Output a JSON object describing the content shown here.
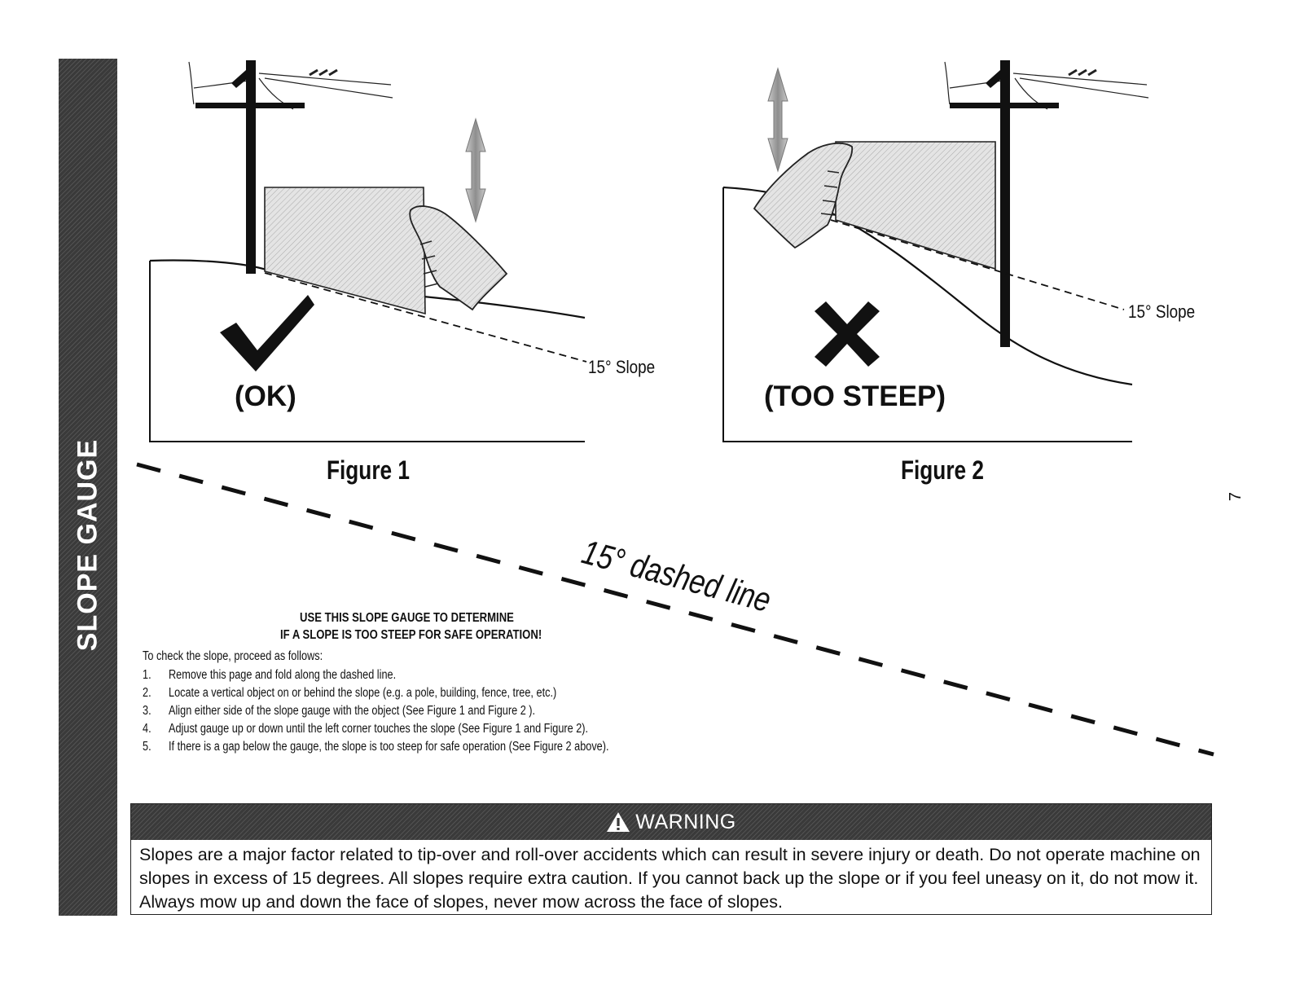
{
  "side_tab": {
    "label": "SLOPE GAUGE"
  },
  "figure1": {
    "verdict": "(OK)",
    "slope_label": "15° Slope",
    "caption": "Figure 1"
  },
  "figure2": {
    "verdict": "(TOO STEEP)",
    "slope_label": "15° Slope",
    "caption": "Figure 2"
  },
  "fold_line": {
    "label": "15° dashed line"
  },
  "instructions": {
    "heading_line1": "USE THIS SLOPE GAUGE TO DETERMINE",
    "heading_line2": "IF A SLOPE IS TOO STEEP FOR SAFE OPERATION!",
    "intro": "To check the slope, proceed as follows:",
    "steps": [
      {
        "num": "1.",
        "text": "Remove this page and fold along the dashed line."
      },
      {
        "num": "2.",
        "text": "Locate a vertical object on or behind the slope (e.g. a pole, building, fence,  tree, etc.)"
      },
      {
        "num": "3.",
        "text": "Align either side of the slope gauge with the object (See Figure 1 and Figure 2 )."
      },
      {
        "num": "4.",
        "text": "Adjust gauge up or down until the left corner touches the slope (See Figure 1 and Figure 2)."
      },
      {
        "num": "5.",
        "text": "If there is a gap below the gauge, the slope is too steep for safe operation (See Figure 2 above)."
      }
    ]
  },
  "warning": {
    "title": "WARNING",
    "text": "Slopes are a major factor related to tip-over and roll-over accidents which can result in severe injury or death. Do not operate machine on slopes in excess of 15 degrees. All slopes require extra caution. If you cannot back up the slope or if you feel uneasy on it, do not mow it. Always mow up and down the face of slopes, never mow across the face of slopes."
  },
  "page_number": "7"
}
